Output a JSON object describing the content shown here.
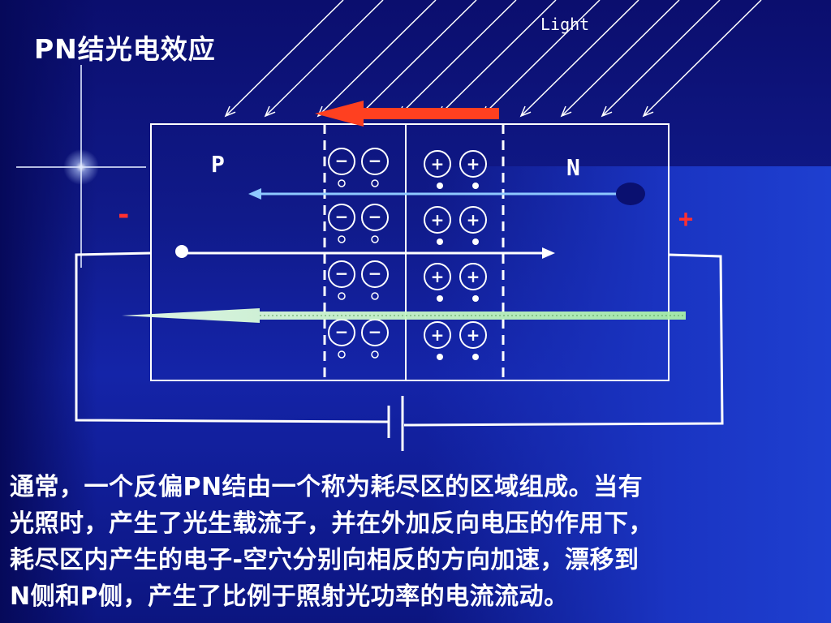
{
  "title": "PN结光电效应",
  "diagram": {
    "light_label": "Light",
    "p_label": "P",
    "n_label": "N",
    "minus_sign": "-",
    "plus_sign": "+",
    "ion_minus": "−",
    "ion_plus": "+",
    "colors": {
      "background": "#0a0f7a",
      "drift_arrow": "#ff4020",
      "hole_arrow": "#8ec8ff",
      "current_arrow": "#c8ffc8",
      "terminal_sign": "#ff3030"
    }
  },
  "caption": {
    "line1": "通常，一个反偏PN结由一个称为耗尽区的区域组成。当有",
    "line2": "光照时，产生了光生载流子，并在外加反向电压的作用下，",
    "line3": "耗尽区内产生的电子-空穴分别向相反的方向加速，漂移到",
    "line4": "N侧和P侧，产生了比例于照射光功率的电流流动。"
  }
}
